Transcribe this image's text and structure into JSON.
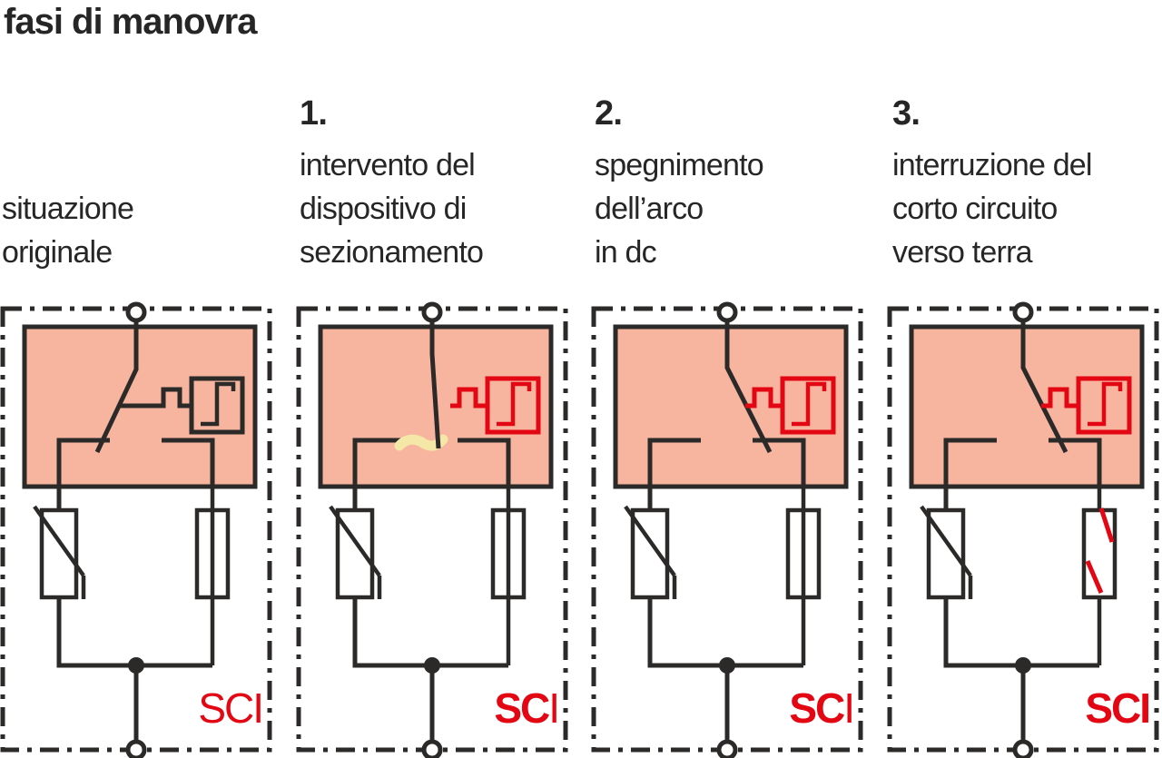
{
  "title": "fasi di manovra",
  "colors": {
    "ink": "#2b2a29",
    "accent_red": "#e30613",
    "salmon_fill": "#f7b5a0",
    "arc_yellow": "#f5e8a6"
  },
  "headers": [
    {
      "number": "",
      "lines": [
        "situazione",
        "originale"
      ]
    },
    {
      "number": "1.",
      "lines": [
        "intervento del",
        "dispositivo di",
        "sezionamento"
      ]
    },
    {
      "number": "2.",
      "lines": [
        "spegnimento",
        "dell’arco",
        "in dc"
      ]
    },
    {
      "number": "3.",
      "lines": [
        "interruzione del",
        "corto circuito",
        "verso terra"
      ]
    }
  ],
  "panels": [
    {
      "label": {
        "sc": "SC",
        "i": "I",
        "sc_bold": false,
        "i_bold": false
      },
      "circuit": {
        "switch": "closed-left",
        "trigger_color": "black",
        "arc": false,
        "fuse": "intact"
      }
    },
    {
      "label": {
        "sc": "SC",
        "i": "I",
        "sc_bold": true,
        "i_bold": false
      },
      "circuit": {
        "switch": "open",
        "trigger_color": "red",
        "arc": true,
        "fuse": "intact"
      }
    },
    {
      "label": {
        "sc": "SC",
        "i": "I",
        "sc_bold": true,
        "i_bold": false
      },
      "circuit": {
        "switch": "closed-right",
        "trigger_color": "red",
        "arc": false,
        "fuse": "intact"
      }
    },
    {
      "label": {
        "sc": "SC",
        "i": "I",
        "sc_bold": true,
        "i_bold": true
      },
      "circuit": {
        "switch": "closed-right",
        "trigger_color": "red",
        "arc": false,
        "fuse": "broken"
      }
    }
  ]
}
